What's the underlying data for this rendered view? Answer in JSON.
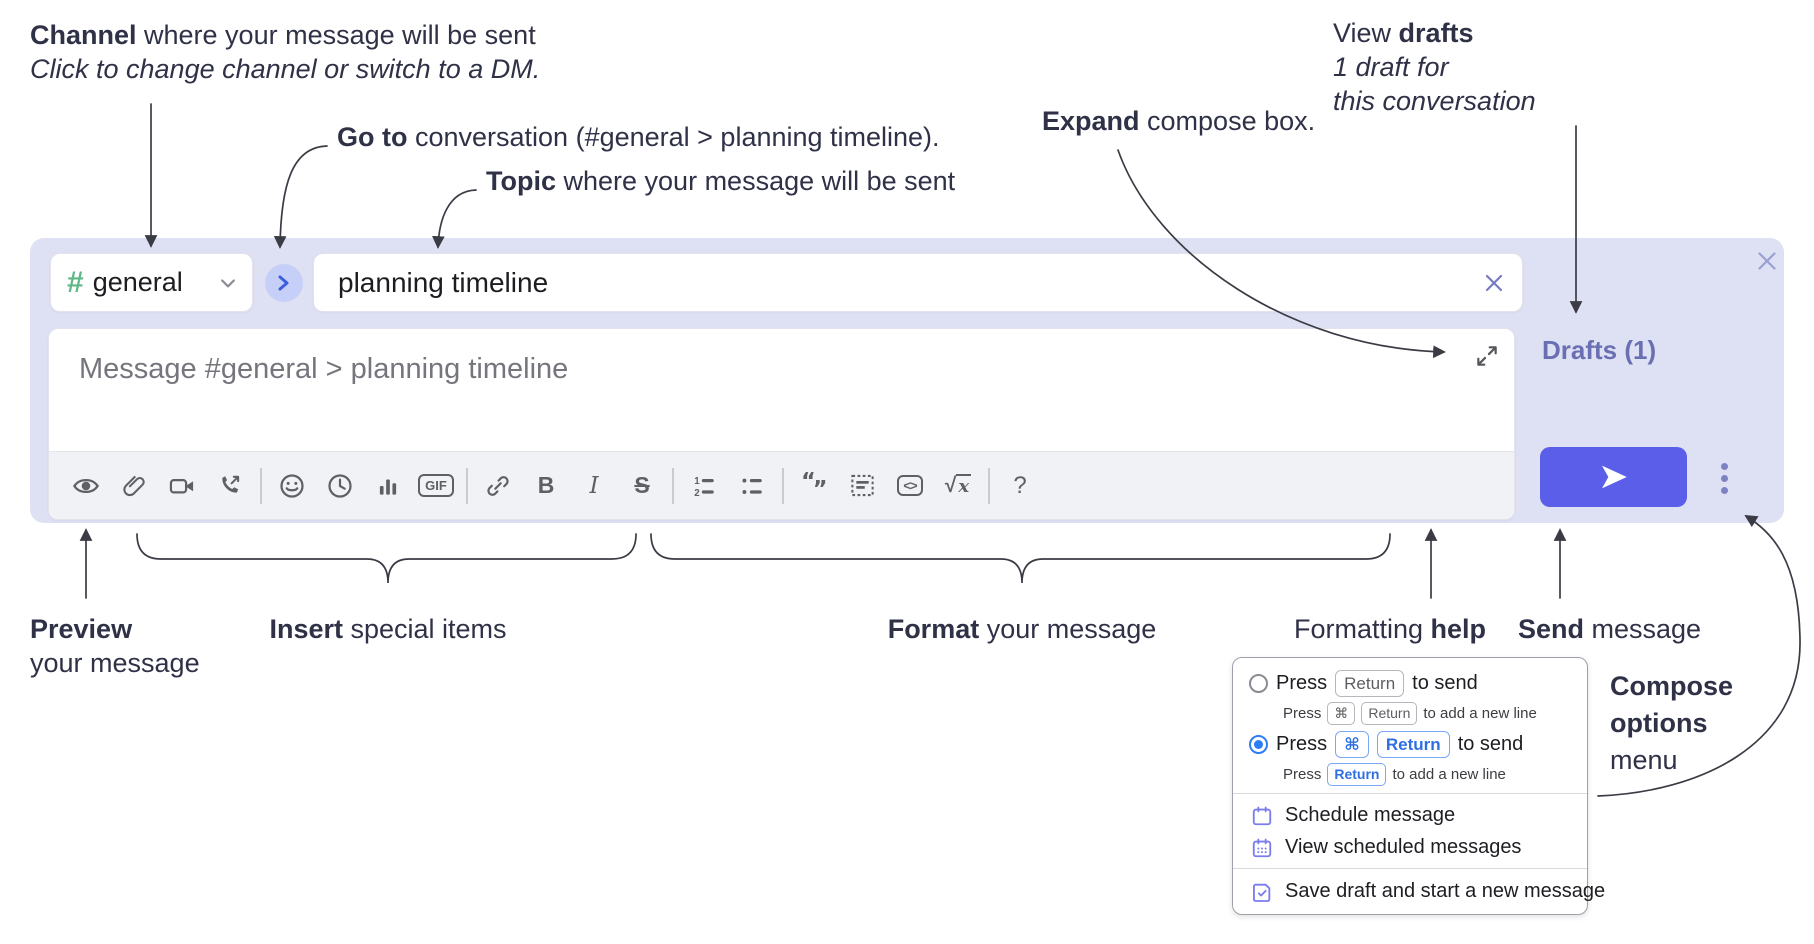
{
  "annotations": {
    "channel": {
      "lead": "Channel",
      "rest": " where your message will be sent",
      "sub": "Click to change channel or switch to a DM."
    },
    "go_to": {
      "lead": "Go to",
      "rest": " conversation (#general > planning timeline)."
    },
    "topic": {
      "lead": "Topic",
      "rest": " where your message will be sent"
    },
    "expand": {
      "lead": "Expand",
      "rest": " compose box."
    },
    "view_drafts": {
      "lead": "View ",
      "bold": "drafts",
      "sub1": "1 draft for",
      "sub2": "this conversation"
    },
    "preview": {
      "lead": "Preview",
      "sub": "your message"
    },
    "insert": {
      "lead": "Insert",
      "rest": " special items"
    },
    "format": {
      "lead": "Format",
      "rest": " your message"
    },
    "formatting_help": {
      "lead": "Formatting ",
      "bold": "help"
    },
    "send": {
      "lead": "Send",
      "rest": " message"
    },
    "compose_options": {
      "bold1": "Compose",
      "bold2": "options",
      "rest": "menu"
    }
  },
  "compose": {
    "channel": {
      "hash": "#",
      "name": "general"
    },
    "topic_value": "planning timeline",
    "message_placeholder": "Message #general > planning timeline",
    "drafts_link": "Drafts (1)",
    "toolbar_icons": [
      "eye",
      "paperclip",
      "video-camera",
      "phone-call",
      "smiley",
      "clock",
      "bar-chart",
      "gif",
      "link",
      "bold",
      "italic",
      "strikethrough",
      "ordered-list",
      "bulleted-list",
      "blockquote",
      "code-block",
      "code",
      "formula",
      "help"
    ],
    "gif_label": "GIF",
    "bold_label": "B",
    "italic_label": "I",
    "strike_label": "S",
    "code_label": "<>",
    "formula_root": "√",
    "formula_var": "x",
    "help_label": "?"
  },
  "menu": {
    "option_return": {
      "press": "Press",
      "key": "Return",
      "suffix": "to send",
      "sub_press": "Press",
      "sub_key1": "⌘",
      "sub_key2": "Return",
      "sub_suffix": "to add a new line"
    },
    "option_cmd_return": {
      "press": "Press",
      "key1": "⌘",
      "key2": "Return",
      "suffix": "to send",
      "sub_press": "Press",
      "sub_key": "Return",
      "sub_suffix": "to add a new line"
    },
    "schedule": "Schedule message",
    "view_scheduled": "View scheduled messages",
    "save_draft": "Save draft and start a new message"
  },
  "colors": {
    "container_bg": "#dee1f3",
    "send_button": "#5a5ee8",
    "drafts_link": "#6a6fb2",
    "hash_green": "#5fb786",
    "goto_circle_bg": "#c5cff7",
    "keycap_blue": "#2f6fe4",
    "radio_selected": "#2e7cf6",
    "menu_icon_purple": "#7a7ced",
    "annotation_text": "#2f3147"
  }
}
